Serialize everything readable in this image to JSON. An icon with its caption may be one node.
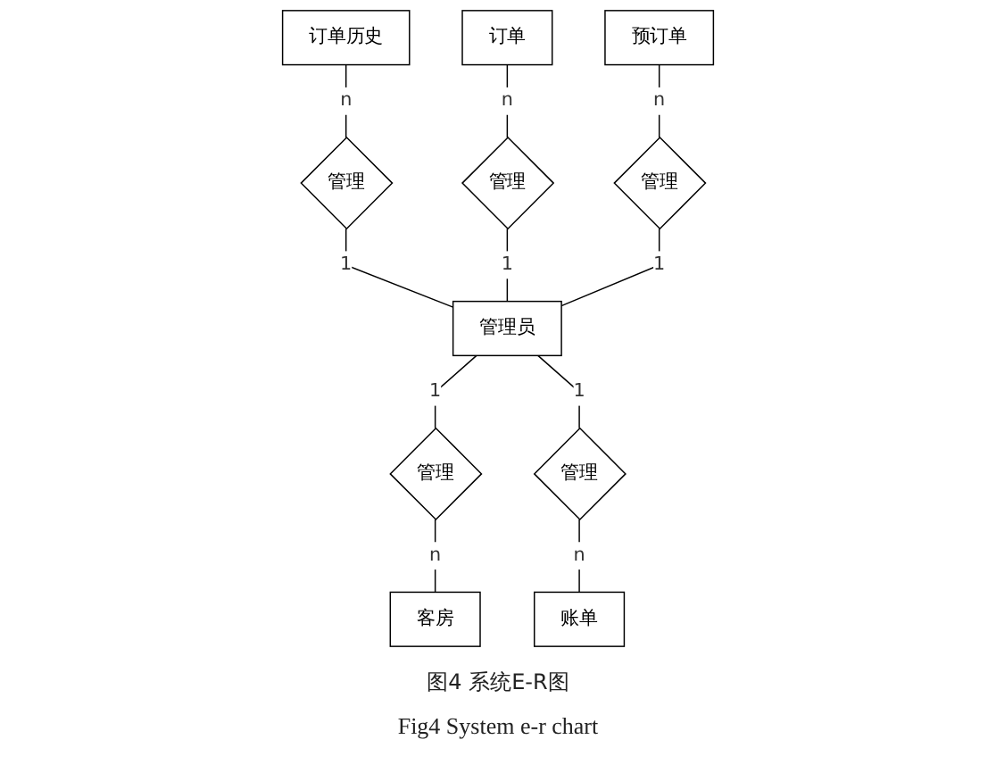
{
  "diagram": {
    "caption": "图4 系统E-R图",
    "nodes": [
      {
        "text": [
          "订单"
        ]
      },
      {
        "text": [
          "订单历史"
        ]
      },
      {
        "text": [
          "管理"
        ]
      },
      {
        "text": [
          "管理"
        ]
      },
      {
        "text": [
          "预订单"
        ]
      },
      {
        "text": [
          "管理"
        ]
      },
      {
        "text": [
          "管理员"
        ]
      },
      {
        "text": [
          "管理"
        ]
      },
      {
        "text": [
          "客房"
        ]
      },
      {
        "text": [
          "管理"
        ]
      },
      {
        "text": [
          "账单"
        ]
      }
    ],
    "edges": [
      {
        "from": 1,
        "to": 2,
        "arrow": "none",
        "label": "n"
      },
      {
        "from": 2,
        "to": 6,
        "arrow": "none",
        "label": "1"
      },
      {
        "from": 0,
        "to": 3,
        "arrow": "none",
        "label": "n"
      },
      {
        "from": 3,
        "to": 6,
        "arrow": "none",
        "label": "1"
      },
      {
        "from": 4,
        "to": 5,
        "arrow": "none",
        "label": "n"
      },
      {
        "from": 5,
        "to": 6,
        "arrow": "none",
        "label": "1"
      },
      {
        "from": 6,
        "to": 7,
        "arrow": "none",
        "label": "1"
      },
      {
        "from": 7,
        "to": 8,
        "arrow": "none",
        "label": "n"
      },
      {
        "from": 6,
        "to": 9,
        "arrow": "none",
        "label": "1"
      },
      {
        "from": 9,
        "to": 10,
        "arrow": "none",
        "label": "n"
      }
    ],
    "labels": [
      "Fig4 System e-r chart"
    ]
  }
}
